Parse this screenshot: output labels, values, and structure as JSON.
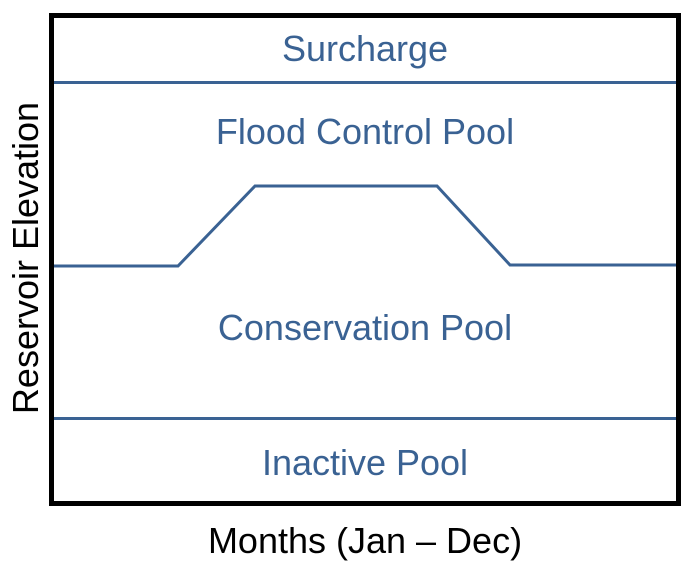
{
  "axes": {
    "y_label": "Reservoir Elevation",
    "x_label": "Months (Jan – Dec)"
  },
  "zones": [
    {
      "name": "surcharge",
      "label": "Surcharge"
    },
    {
      "name": "flood-control-pool",
      "label": "Flood Control Pool"
    },
    {
      "name": "conservation-pool",
      "label": "Conservation Pool"
    },
    {
      "name": "inactive-pool",
      "label": "Inactive Pool"
    }
  ],
  "geometry": {
    "guide_curve_points": "54,266 178,266 255,186 437,186 510,265 676,265",
    "surcharge_boundary_y": 82.5,
    "inactive_boundary_y": 418.5
  },
  "colors": {
    "zone_label_blue": "#3A6293",
    "boundary_line_blue": "#3A6293",
    "axis_label_black": "#000000",
    "border_black": "#000000",
    "background": "#FFFFFF"
  }
}
